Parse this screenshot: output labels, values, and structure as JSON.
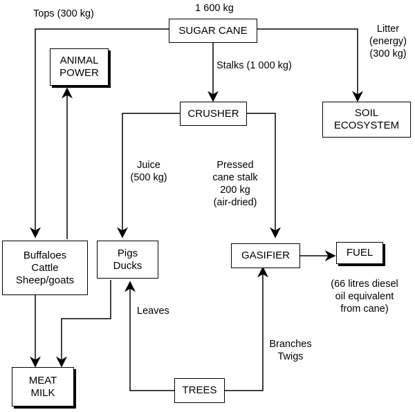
{
  "nodes": {
    "sugar_cane": {
      "label": "SUGAR CANE",
      "mass": "1 600 kg"
    },
    "animal_power": {
      "lines": [
        "ANIMAL",
        "POWER"
      ]
    },
    "crusher": {
      "label": "CRUSHER"
    },
    "soil_ecosystem": {
      "lines": [
        "SOIL",
        "ECOSYSTEM"
      ]
    },
    "livestock": {
      "lines": [
        "Buffaloes",
        "Cattle",
        "Sheep/goats"
      ]
    },
    "pigs_ducks": {
      "lines": [
        "Pigs",
        "Ducks"
      ]
    },
    "gasifier": {
      "label": "GASIFIER"
    },
    "fuel": {
      "label": "FUEL",
      "note": [
        "(66 litres diesel",
        "oil equivalent",
        "from cane)"
      ]
    },
    "meat_milk": {
      "lines": [
        "MEAT",
        "MILK"
      ]
    },
    "trees": {
      "label": "TREES"
    }
  },
  "edges": {
    "tops": "Tops (300 kg)",
    "stalks": "Stalks (1 000 kg)",
    "litter": [
      "Litter",
      "(energy)",
      "(300 kg)"
    ],
    "juice": [
      "Juice",
      "(500 kg)"
    ],
    "pressed": [
      "Pressed",
      "cane stalk",
      "200 kg",
      "(air-dried)"
    ],
    "leaves": "Leaves",
    "branches": [
      "Branches",
      "Twigs"
    ]
  }
}
